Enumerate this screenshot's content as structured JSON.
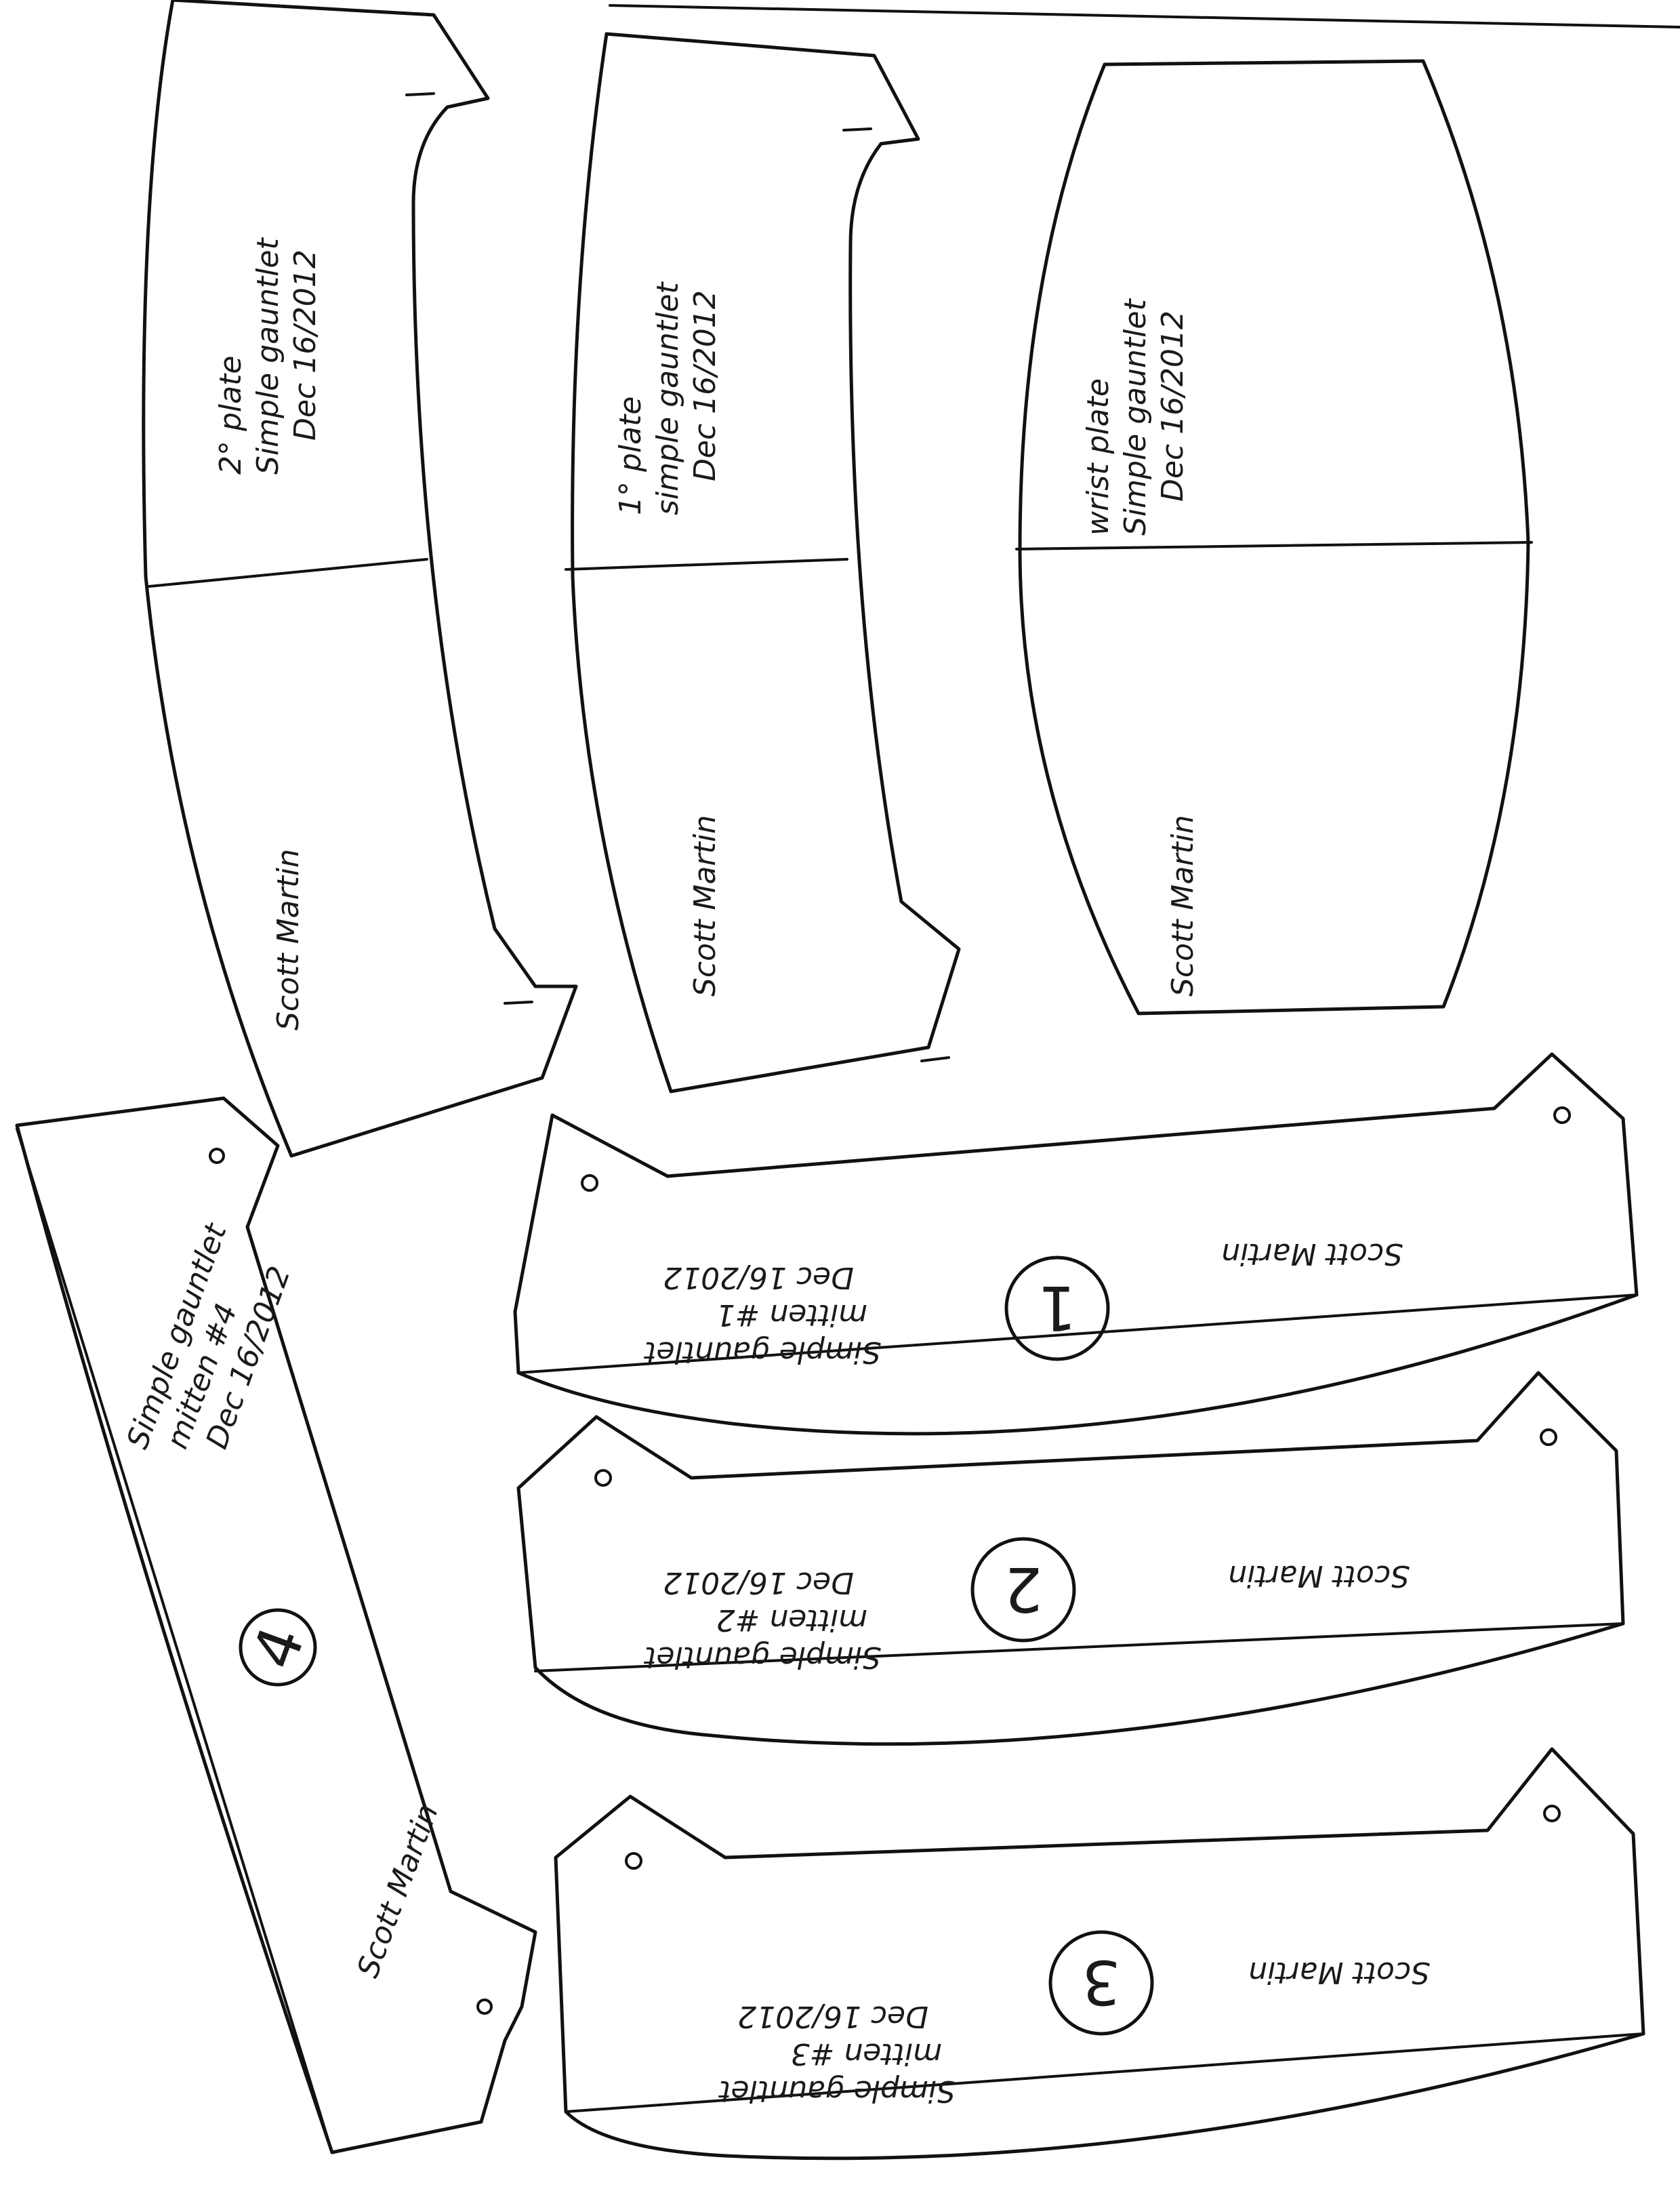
{
  "pieces": {
    "plate2": {
      "line1": "2° plate",
      "line2": "Simple gauntlet",
      "line3": "Dec 16/2012",
      "author": "Scott Martin"
    },
    "plate1": {
      "line1": "1° plate",
      "line2": "simple gauntlet",
      "line3": "Dec 16/2012",
      "author": "Scott Martin"
    },
    "wrist": {
      "line1": "wrist plate",
      "line2": "Simple gauntlet",
      "line3": "Dec 16/2012",
      "author": "Scott Martin"
    },
    "mitten1": {
      "line1": "Simple gauntlet",
      "line2": "mitten #1",
      "line3": "Dec 16/2012",
      "number": "1",
      "author": "Scott Martin"
    },
    "mitten2": {
      "line1": "Simple gauntlet",
      "line2": "mitten #2",
      "line3": "Dec 16/2012",
      "number": "2",
      "author": "Scott Martin"
    },
    "mitten3": {
      "line1": "Simple gauntlet",
      "line2": "mitten #3",
      "line3": "Dec 16/2012",
      "number": "3",
      "author": "Scott Martin"
    },
    "mitten4": {
      "line1": "Simple gauntlet",
      "line2": "mitten #4",
      "line3": "Dec 16/2012",
      "number": "4",
      "author": "Scott Martin"
    }
  }
}
